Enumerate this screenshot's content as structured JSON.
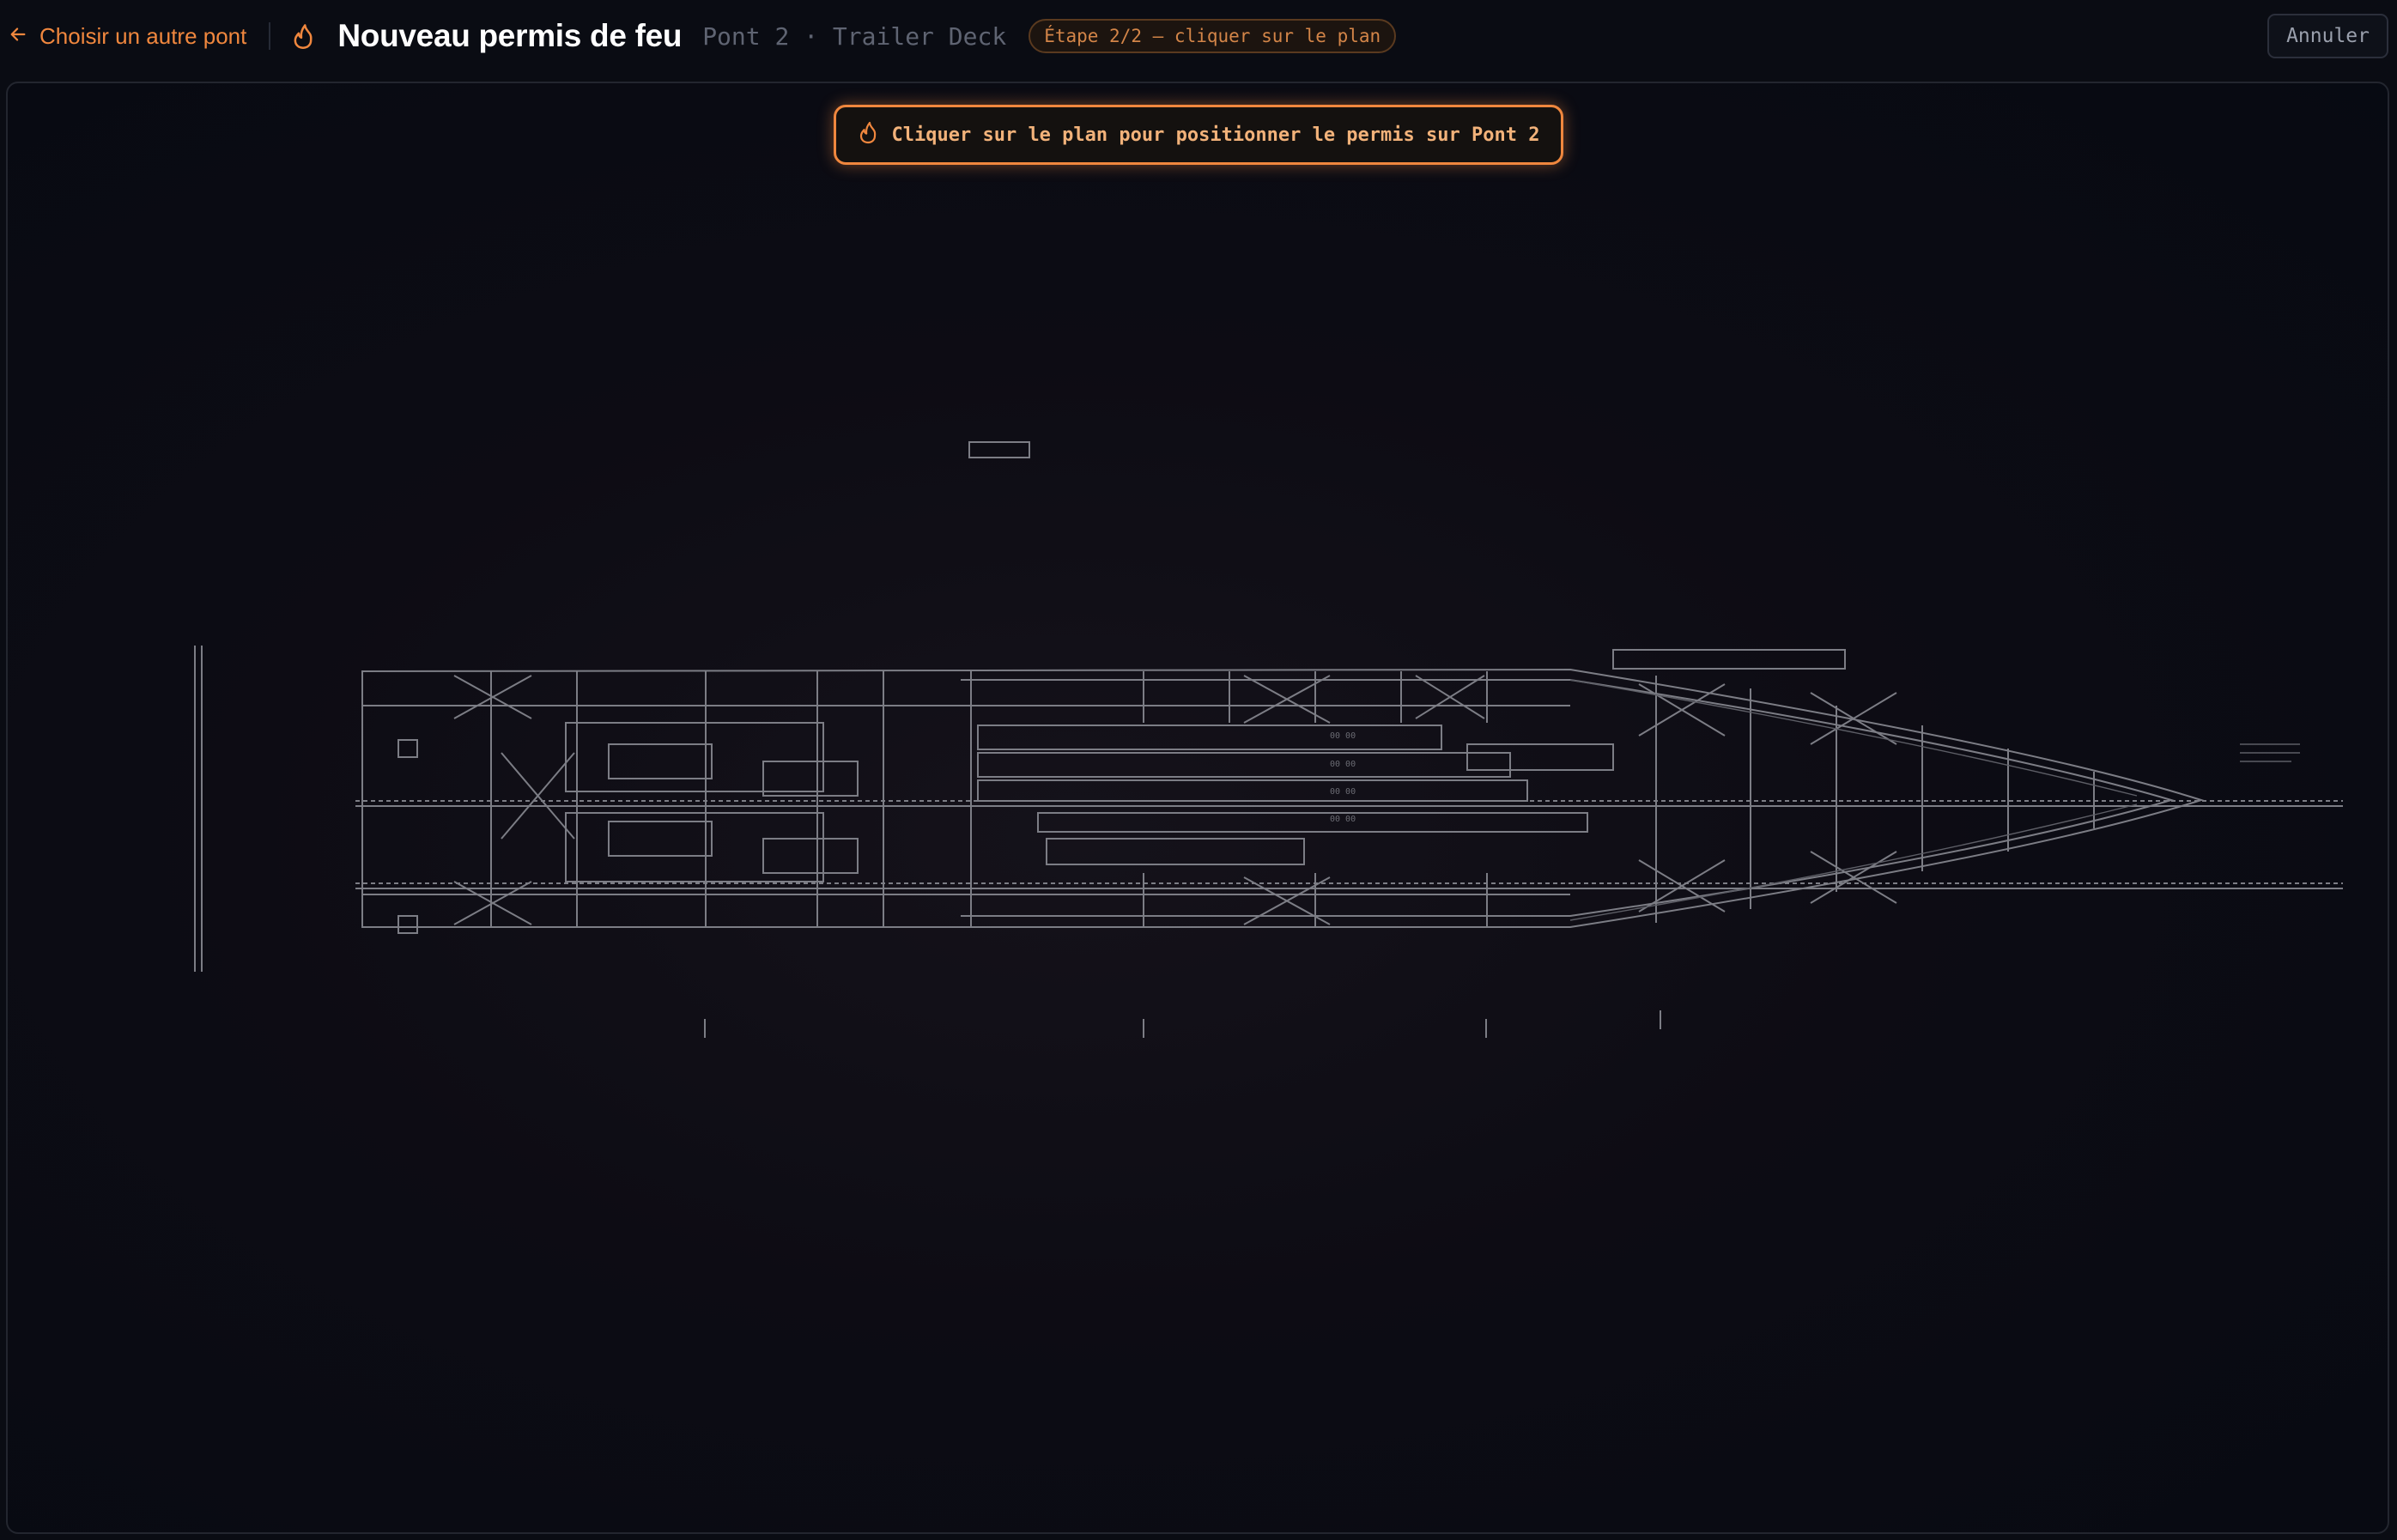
{
  "header": {
    "back_label": "Choisir un autre pont",
    "title": "Nouveau permis de feu",
    "subtitle": "Pont 2 · Trailer Deck",
    "step_badge": "Étape 2/2 — cliquer sur le plan",
    "cancel_label": "Annuler"
  },
  "canvas": {
    "hint": "Cliquer sur le plan pour positionner le permis sur Pont 2"
  },
  "icons": {
    "back": "arrow-left-icon",
    "title": "flame-icon",
    "hint": "flame-icon"
  },
  "colors": {
    "accent": "#f0873e",
    "background": "#0a0c13",
    "plan_lines": "#8e8f96"
  }
}
